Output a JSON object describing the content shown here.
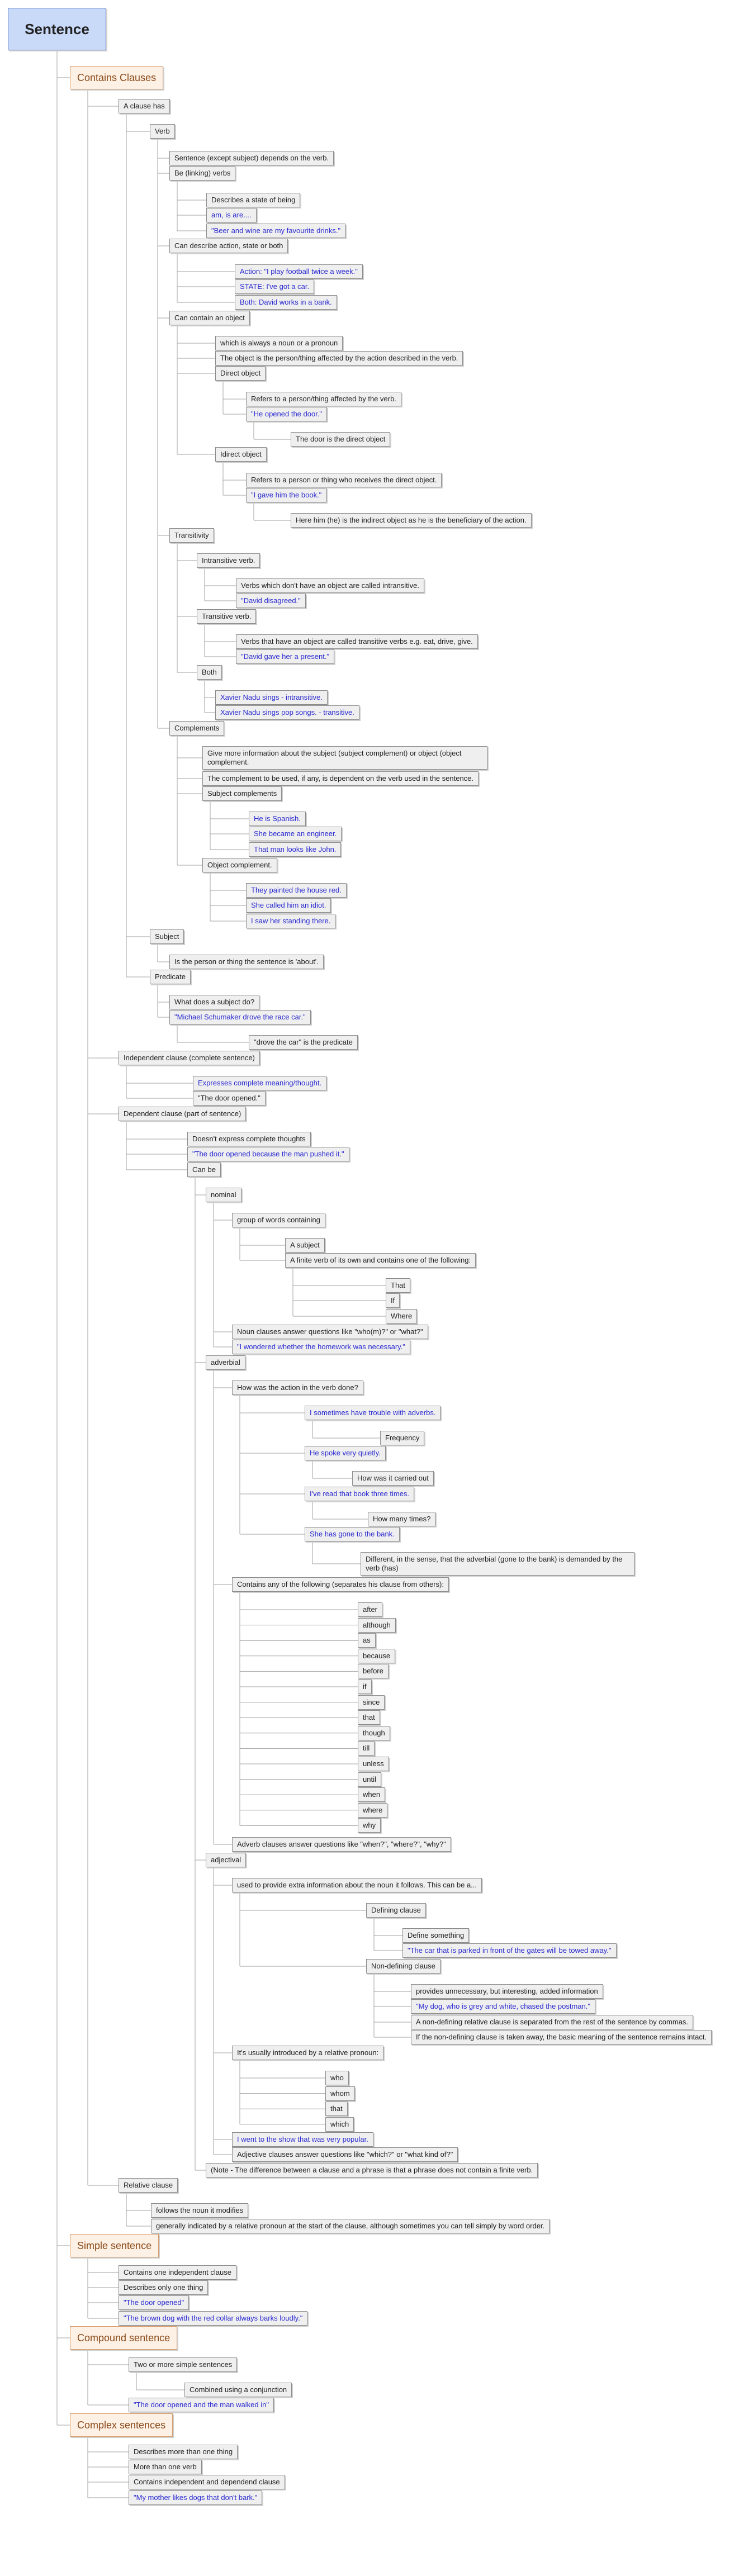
{
  "root": "Sentence",
  "topics": {
    "contains_clauses": "Contains Clauses",
    "simple_sentence": "Simple sentence",
    "compound_sentence": "Compound sentence",
    "complex_sentences": "Complex sentences"
  },
  "clause": {
    "a_clause_has": "A clause has",
    "verb": "Verb",
    "verb_depends": "Sentence (except subject) depends on the verb.",
    "be_verbs": "Be (linking) verbs",
    "be_state": "Describes a state of being",
    "be_am_is": "am, is are....",
    "be_example": "\"Beer and wine are my favourite drinks.\"",
    "can_describe": "Can describe action, state or both",
    "describe_action": "Action: \"I play football twice a week.\"",
    "describe_state": "STATE: I've got a car.",
    "describe_both": "Both: David works in a bank.",
    "can_contain_object": "Can contain an object",
    "object_noun": "which is always a noun or a pronoun",
    "object_affected": "The object is the person/thing affected by the action described in the verb.",
    "direct_object": "Direct object",
    "direct_refers": "Refers to a person/thing affected by the verb.",
    "direct_example": "\"He opened the door.\"",
    "direct_explain": "The door is the direct object",
    "indirect_object": "Idirect object",
    "indirect_refers": "Refers to a person or thing who receives the direct object.",
    "indirect_example": "\"I gave him the book.\"",
    "indirect_explain": "Here him (he) is the indirect object as he is the beneficiary of the action.",
    "transitivity": "Transitivity",
    "intransitive": "Intransitive verb.",
    "intransitive_desc": "Verbs which don't have an object are called intransitive.",
    "intransitive_example": "\"David disagreed.\"",
    "transitive": "Transitive verb.",
    "transitive_desc": "Verbs that have an object are called transitive verbs e.g. eat, drive, give.",
    "transitive_example": "\"David gave her a present.\"",
    "both": "Both",
    "both_ex1": "Xavier Nadu sings - intransitive.",
    "both_ex2": "Xavier Nadu sings pop songs. - transitive.",
    "complements": "Complements",
    "comp_more_info": "Give more information about the subject (subject complement) or object (object complement.",
    "comp_dependent": "The complement to be used, if any, is dependent on the verb used in the sentence.",
    "subject_complements": "Subject complements",
    "subj_comp_ex1": "He is Spanish.",
    "subj_comp_ex2": "She became an engineer.",
    "subj_comp_ex3": "That man looks like John.",
    "object_complement": "Object complement.",
    "obj_comp_ex1": "They painted the house red.",
    "obj_comp_ex2": "She called him an idiot.",
    "obj_comp_ex3": "I saw her standing there.",
    "subject": "Subject",
    "subject_desc": "Is the person or thing the sentence is 'about'.",
    "predicate": "Predicate",
    "predicate_q": "What does a subject do?",
    "predicate_example": "\"Michael Schumaker drove the race car.\"",
    "predicate_explain": "\"drove the car\" is the predicate"
  },
  "independent": {
    "label": "Independent clause (complete sentence)",
    "expresses": "Expresses complete meaning/thought.",
    "example": "\"The door opened.\""
  },
  "dependent": {
    "label": "Dependent clause (part of sentence)",
    "not_complete": "Doesn't express complete thoughts",
    "example": "\"The door opened because the man pushed it.\"",
    "can_be": "Can be",
    "nominal": "nominal",
    "group_of_words": "group of words containing",
    "a_subject": "A subject",
    "finite_verb": "A finite verb of its own and contains one of the following:",
    "that": "That",
    "if": "If",
    "where": "Where",
    "noun_answer": "Noun clauses answer questions like \"who(m)?\" or \"what?\"",
    "noun_example": "\"I wondered whether the homework was necessary.\"",
    "adverbial": "adverbial",
    "how_action": "How was the action in the verb done?",
    "adv_ex1": "I sometimes have trouble with adverbs.",
    "frequency": "Frequency",
    "adv_ex2": "He spoke very quietly.",
    "how_carried": "How was it carried out",
    "adv_ex3": "I've read that book three times.",
    "how_many": "How many times?",
    "adv_ex4": "She has gone to the bank.",
    "different": "Different, in the sense, that the adverbial (gone to the bank) is demanded by the verb (has)",
    "contains_any": "Contains any of the following (separates his clause from others):",
    "conjunctions": [
      "after",
      "although",
      "as",
      "because",
      "before",
      "if",
      "since",
      "that",
      "though",
      "till",
      "unless",
      "until",
      "when",
      "where",
      "why"
    ],
    "adverb_answer": "Adverb clauses answer questions like \"when?\", \"where?\", \"why?\"",
    "adjectival": "adjectival",
    "used_to_provide": "used to provide extra information about the noun it follows. This can be a...",
    "defining": "Defining clause",
    "define_something": "Define something",
    "defining_example": "\"The car that is parked in front of the gates will be towed away.\"",
    "non_defining": "Non-defining clause",
    "provides_unnecessary": "provides unnecessary, but interesting, added information",
    "nondef_example": "\"My dog, who is grey and white, chased the postman.\"",
    "separated": "A non-defining relative clause is separated from the rest of the sentence by commas.",
    "taken_away": "If the non-defining clause is taken away, the basic meaning of the sentence remains intact.",
    "introduced_by": "It's usually introduced by a relative pronoun:",
    "pronouns": [
      "who",
      "whom",
      "that",
      "which"
    ],
    "adj_example": "I went to the show that was very popular.",
    "adj_answer": "Adjective clauses answer questions like \"which?\" or \"what kind of?\"",
    "note": "(Note - The difference between a clause and a phrase is that a phrase does not contain a finite verb."
  },
  "relative": {
    "label": "Relative clause",
    "follows": "follows the noun it modifies",
    "indicated": "generally indicated by a relative pronoun at the start of the clause, although sometimes you can tell simply by word order."
  },
  "simple": {
    "one_independent": "Contains one independent clause",
    "one_thing": "Describes only one thing",
    "ex1": "\"The door opened\"",
    "ex2": "\"The brown dog with the red collar always barks loudly.\""
  },
  "compound": {
    "two_or_more": "Two or more simple sentences",
    "combined": "Combined using a conjunction",
    "example": "\"The door opened and the man walked in\""
  },
  "complex": {
    "more_than_one_thing": "Describes more than one thing",
    "more_than_one_verb": "More than one verb",
    "contains_both": "Contains independent and dependend clause",
    "example": "\"My mother likes dogs that don't bark.\""
  },
  "colors": {
    "connector": "#a0a0a0",
    "root_fill": "#c9daf8",
    "topic_fill": "#fdf0e4",
    "node_fill": "#efefef",
    "example_text": "#2b2bd1"
  }
}
